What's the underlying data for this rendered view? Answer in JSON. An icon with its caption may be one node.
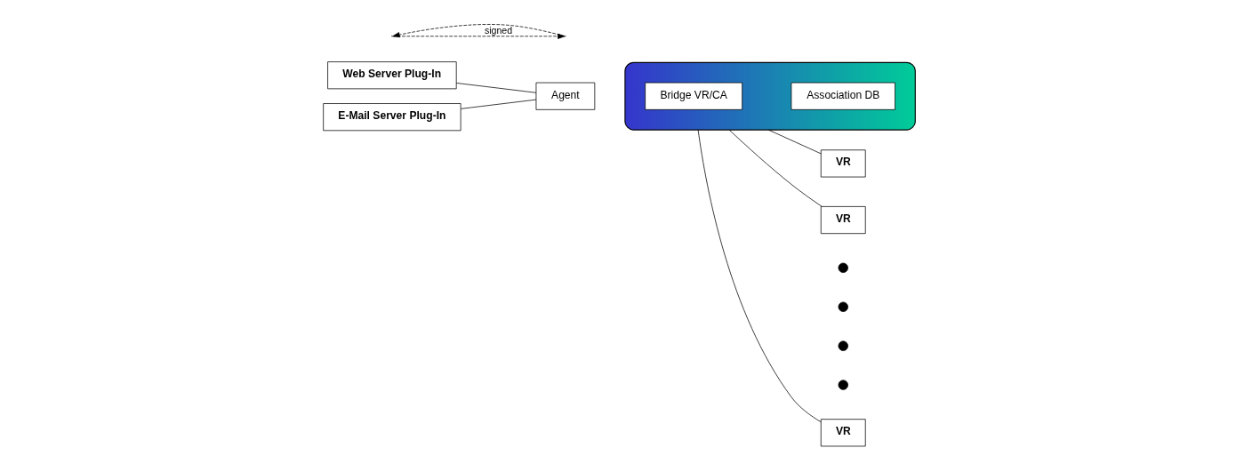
{
  "diagram": {
    "nodes": [
      {
        "text": [
          "Web Server Plug-In"
        ]
      },
      {
        "text": [
          "E-Mail Server Plug-In"
        ]
      },
      {
        "text": [
          "Agent"
        ]
      },
      {
        "text": [],
        "shape": "cloud"
      },
      {
        "text": [
          "Bridge VR/CA"
        ],
        "in": 3
      },
      {
        "text": [
          "Association DB"
        ],
        "in": 3
      },
      {
        "text": [
          "VR"
        ]
      },
      {
        "text": [
          "VR"
        ]
      },
      {
        "text": [],
        "shape": "circle"
      },
      {
        "text": [],
        "shape": "circle"
      },
      {
        "text": [],
        "shape": "circle"
      },
      {
        "text": [],
        "shape": "circle"
      },
      {
        "text": [
          "VR"
        ]
      }
    ],
    "edges": [
      {
        "from": 0,
        "to": 2,
        "arrow": "none"
      },
      {
        "from": 1,
        "to": 2,
        "arrow": "none"
      },
      {
        "from": 3,
        "to": 6,
        "arrow": "none"
      },
      {
        "from": 3,
        "to": 7,
        "arrow": "none"
      },
      {
        "from": 3,
        "to": 12,
        "arrow": "none"
      }
    ],
    "legend": [
      {
        "text": "signed"
      }
    ]
  }
}
